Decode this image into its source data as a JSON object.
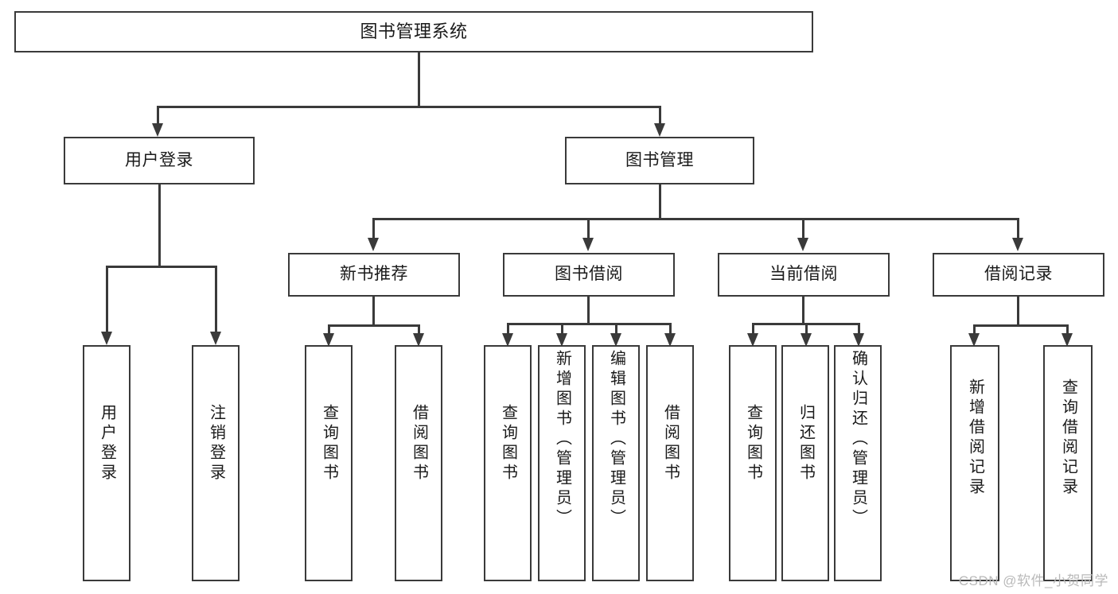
{
  "diagram": {
    "type": "tree-hierarchy",
    "title": "图书管理系统",
    "watermark": "CSDN @软件_小贺同学",
    "root": {
      "label": "图书管理系统"
    },
    "level1": [
      {
        "id": "user-login",
        "label": "用户登录"
      },
      {
        "id": "book-manage",
        "label": "图书管理"
      }
    ],
    "level2": [
      {
        "id": "new-book-recommend",
        "label": "新书推荐",
        "parent": "book-manage"
      },
      {
        "id": "book-borrow",
        "label": "图书借阅",
        "parent": "book-manage"
      },
      {
        "id": "current-borrow",
        "label": "当前借阅",
        "parent": "book-manage"
      },
      {
        "id": "borrow-record",
        "label": "借阅记录",
        "parent": "book-manage"
      }
    ],
    "leaves": {
      "user_login": [
        {
          "id": "leaf-user-login",
          "label": "用户登录"
        },
        {
          "id": "leaf-user-logout",
          "label": "注销登录"
        }
      ],
      "new_book_recommend": [
        {
          "id": "leaf-query-book-1",
          "label": "查询图书"
        },
        {
          "id": "leaf-borrow-book-1",
          "label": "借阅图书"
        }
      ],
      "book_borrow": [
        {
          "id": "leaf-query-book-2",
          "label": "查询图书"
        },
        {
          "id": "leaf-add-book",
          "label": "新增图书（管理员）"
        },
        {
          "id": "leaf-edit-book",
          "label": "编辑图书（管理员）"
        },
        {
          "id": "leaf-borrow-book-2",
          "label": "借阅图书"
        }
      ],
      "current_borrow": [
        {
          "id": "leaf-query-book-3",
          "label": "查询图书"
        },
        {
          "id": "leaf-return-book",
          "label": "归还图书"
        },
        {
          "id": "leaf-confirm-return",
          "label": "确认归还（管理员）"
        }
      ],
      "borrow_record": [
        {
          "id": "leaf-add-record",
          "label": "新增借阅记录"
        },
        {
          "id": "leaf-query-record",
          "label": "查询借阅记录"
        }
      ]
    }
  },
  "colors": {
    "stroke": "#3a3a3a",
    "fill": "#ffffff",
    "text": "#1a1a1a",
    "watermark": "#b9b9b9"
  }
}
